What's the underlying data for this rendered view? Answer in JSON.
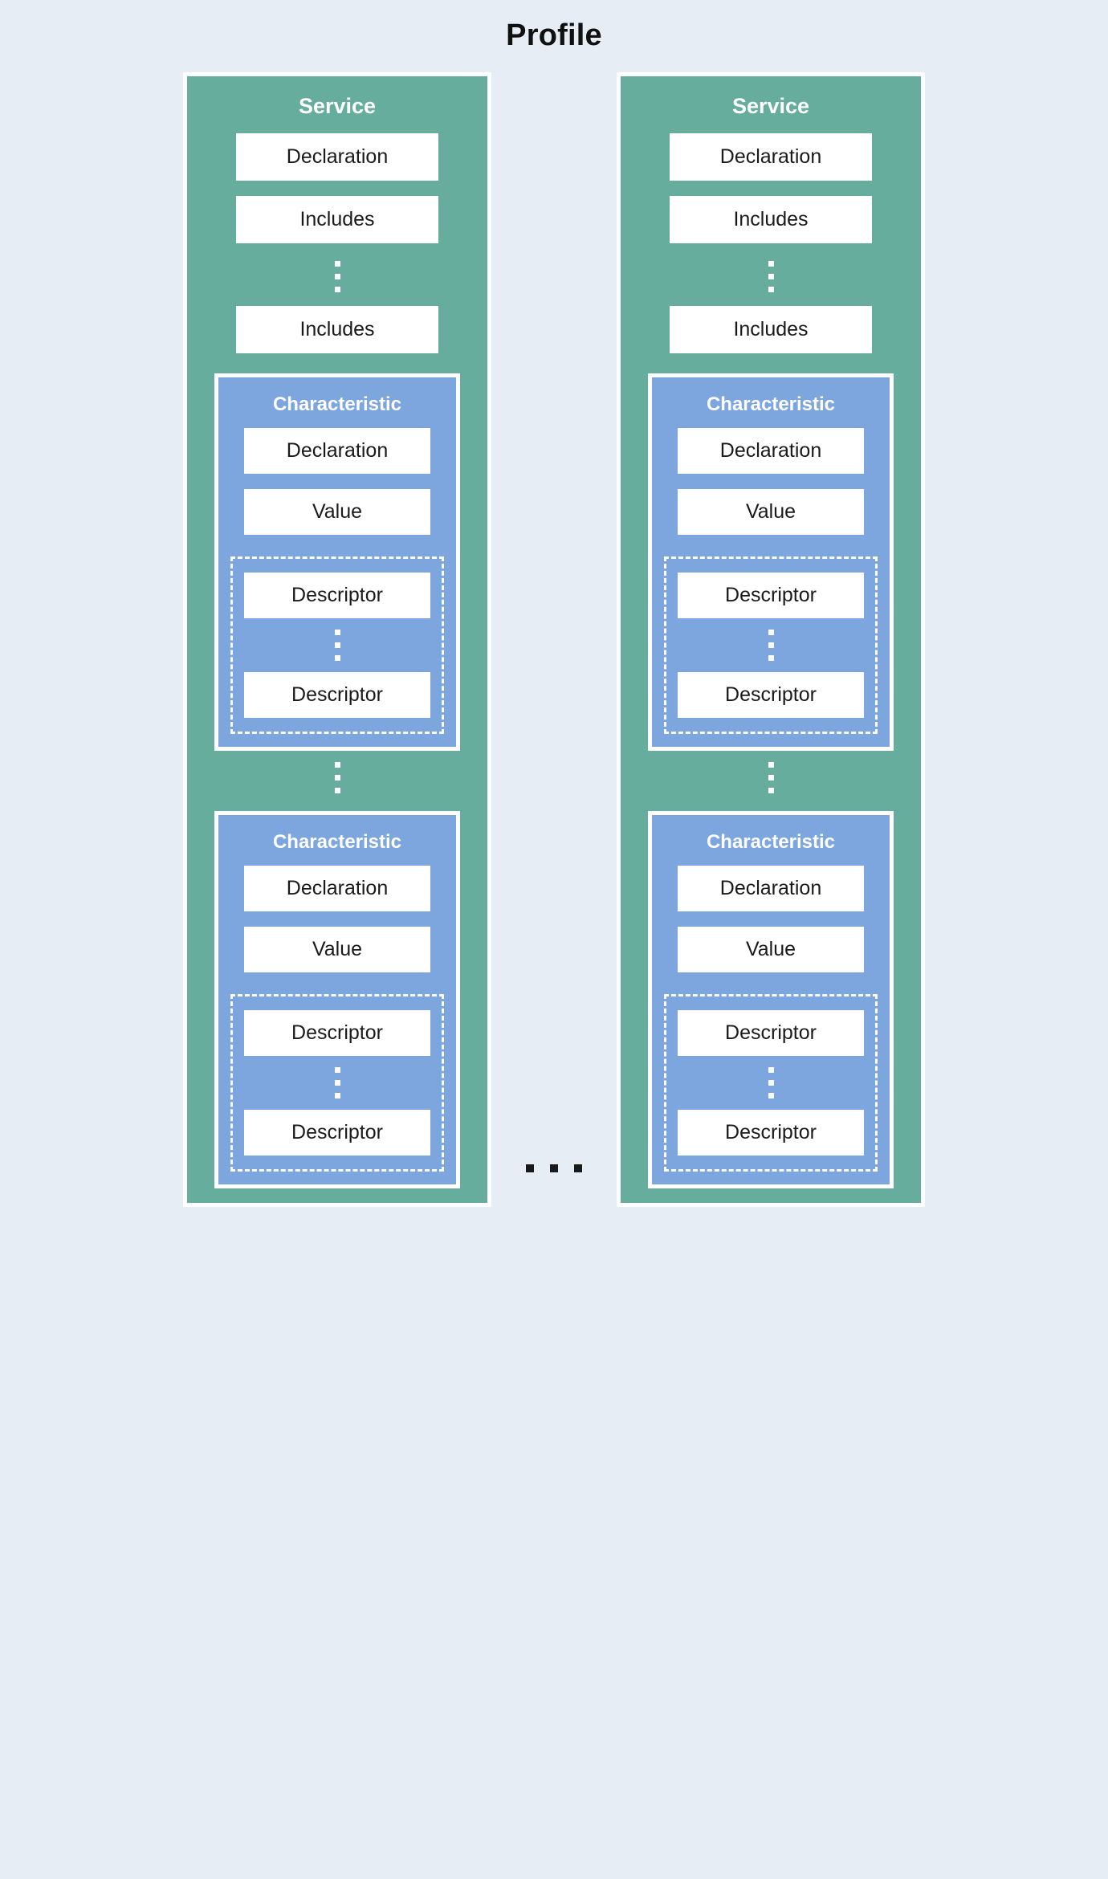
{
  "title": "Profile",
  "colors": {
    "background": "#e7edf5",
    "service_fill": "#66ad9e",
    "characteristic_fill": "#7da6de",
    "leaf_fill": "#ffffff",
    "border": "#ffffff",
    "text_dark": "#1a1a1a",
    "text_light": "#ffffff"
  },
  "labels": {
    "service": "Service",
    "characteristic": "Characteristic",
    "declaration": "Declaration",
    "includes": "Includes",
    "value": "Value",
    "descriptor": "Descriptor",
    "vertical_ellipsis": "vertical-ellipsis",
    "horizontal_ellipsis": "horizontal-ellipsis"
  },
  "services": [
    {
      "title": "Service",
      "items": [
        {
          "type": "leaf",
          "label": "Declaration"
        },
        {
          "type": "leaf",
          "label": "Includes"
        },
        {
          "type": "ellipsis",
          "label": "vertical-ellipsis"
        },
        {
          "type": "leaf",
          "label": "Includes"
        }
      ],
      "characteristics": [
        {
          "title": "Characteristic",
          "items": [
            {
              "type": "leaf",
              "label": "Declaration"
            },
            {
              "type": "leaf",
              "label": "Value"
            }
          ],
          "descriptors": [
            {
              "type": "leaf",
              "label": "Descriptor"
            },
            {
              "type": "ellipsis",
              "label": "vertical-ellipsis"
            },
            {
              "type": "leaf",
              "label": "Descriptor"
            }
          ]
        },
        {
          "title": "Characteristic",
          "items": [
            {
              "type": "leaf",
              "label": "Declaration"
            },
            {
              "type": "leaf",
              "label": "Value"
            }
          ],
          "descriptors": [
            {
              "type": "leaf",
              "label": "Descriptor"
            },
            {
              "type": "ellipsis",
              "label": "vertical-ellipsis"
            },
            {
              "type": "leaf",
              "label": "Descriptor"
            }
          ]
        }
      ]
    },
    {
      "title": "Service",
      "items": [
        {
          "type": "leaf",
          "label": "Declaration"
        },
        {
          "type": "leaf",
          "label": "Includes"
        },
        {
          "type": "ellipsis",
          "label": "vertical-ellipsis"
        },
        {
          "type": "leaf",
          "label": "Includes"
        }
      ],
      "characteristics": [
        {
          "title": "Characteristic",
          "items": [
            {
              "type": "leaf",
              "label": "Declaration"
            },
            {
              "type": "leaf",
              "label": "Value"
            }
          ],
          "descriptors": [
            {
              "type": "leaf",
              "label": "Descriptor"
            },
            {
              "type": "ellipsis",
              "label": "vertical-ellipsis"
            },
            {
              "type": "leaf",
              "label": "Descriptor"
            }
          ]
        },
        {
          "title": "Characteristic",
          "items": [
            {
              "type": "leaf",
              "label": "Declaration"
            },
            {
              "type": "leaf",
              "label": "Value"
            }
          ],
          "descriptors": [
            {
              "type": "leaf",
              "label": "Descriptor"
            },
            {
              "type": "ellipsis",
              "label": "vertical-ellipsis"
            },
            {
              "type": "leaf",
              "label": "Descriptor"
            }
          ]
        }
      ]
    }
  ]
}
